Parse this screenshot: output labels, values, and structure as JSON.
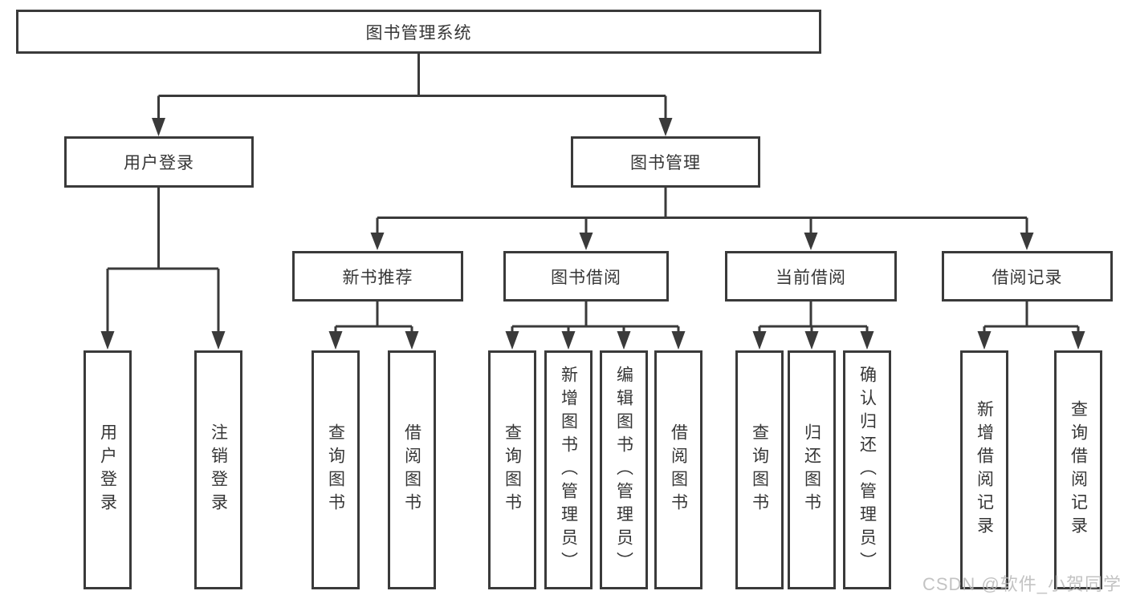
{
  "diagram": {
    "root": {
      "label": "图书管理系统"
    },
    "level2": {
      "user_login": {
        "label": "用户登录",
        "children": [
          "用户登录",
          "注销登录"
        ]
      },
      "book_mgmt": {
        "label": "图书管理"
      }
    },
    "level3": {
      "new_book_rec": {
        "label": "新书推荐",
        "children": [
          "查询图书",
          "借阅图书"
        ]
      },
      "book_borrow": {
        "label": "图书借阅",
        "children": [
          "查询图书",
          "新增图书（管理员）",
          "编辑图书（管理员）",
          "借阅图书"
        ]
      },
      "current_borrow": {
        "label": "当前借阅",
        "children": [
          "查询图书",
          "归还图书",
          "确认归还（管理员）"
        ]
      },
      "borrow_records": {
        "label": "借阅记录",
        "children": [
          "新增借阅记录",
          "查询借阅记录"
        ]
      }
    },
    "line_color": "#3a3a3a"
  },
  "watermark": "CSDN @软件_小贺同学"
}
